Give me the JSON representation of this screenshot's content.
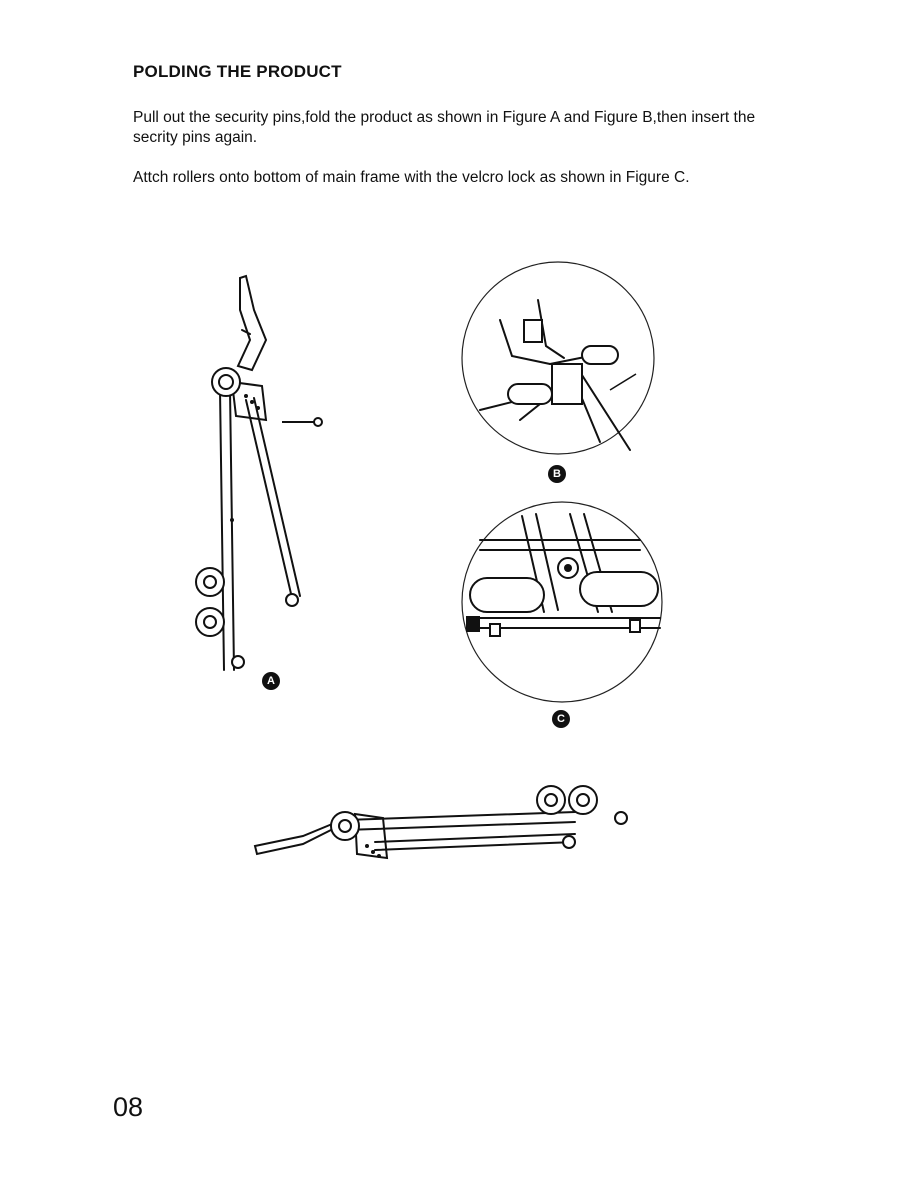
{
  "document": {
    "heading": "POLDING THE PRODUCT",
    "paragraphs": [
      "Pull out the security pins,fold the product as shown in Figure A and Figure B,then insert the secrity pins again.",
      "Attch rollers onto bottom of main frame with the velcro lock as shown in Figure C."
    ],
    "figure_labels": {
      "a": "A",
      "b": "B",
      "c": "C"
    },
    "page_number": "08"
  }
}
